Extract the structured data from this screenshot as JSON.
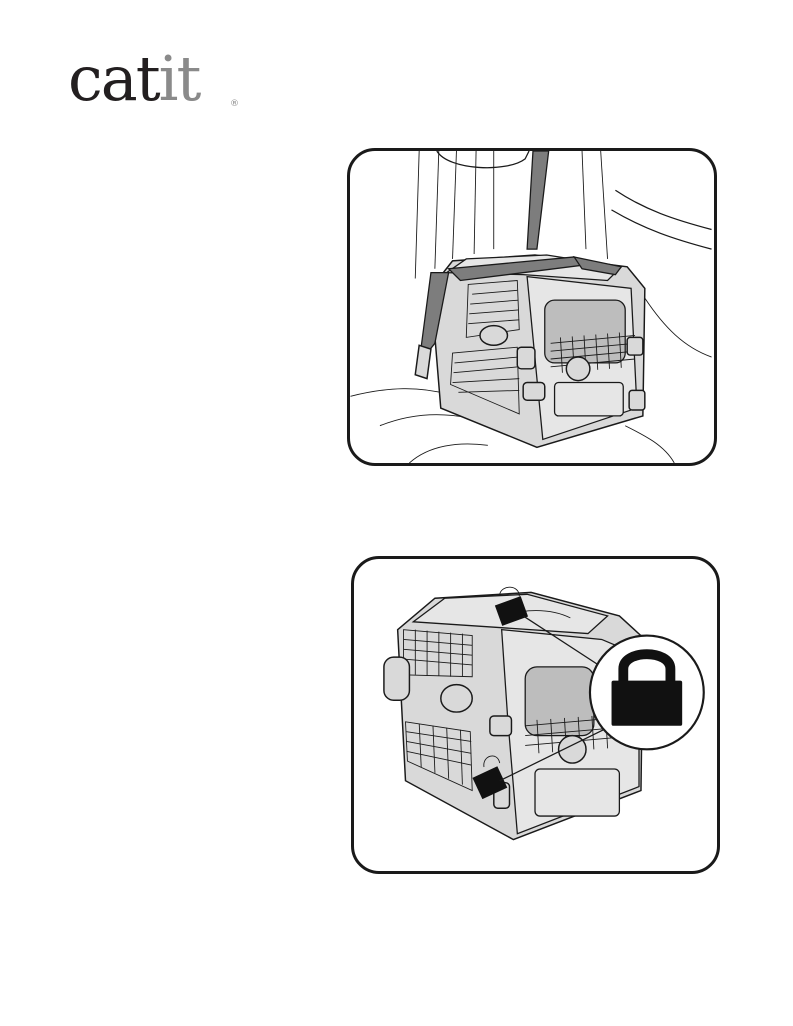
{
  "brand": {
    "logo_text_primary": "cat",
    "logo_text_secondary": "it",
    "registered_mark": "®"
  },
  "illustrations": [
    {
      "name": "carrier-seatbelt-illustration",
      "icon": "car-seat-carrier-with-seatbelt"
    },
    {
      "name": "carrier-padlock-illustration",
      "icon": "carrier-with-padlocks-zoom-callout"
    }
  ],
  "colors": {
    "line": "#1a1a1a",
    "carrier_fill": "#d9d9d9",
    "strap_fill": "#7d7d7d",
    "logo_gray": "#8a8a8a"
  }
}
